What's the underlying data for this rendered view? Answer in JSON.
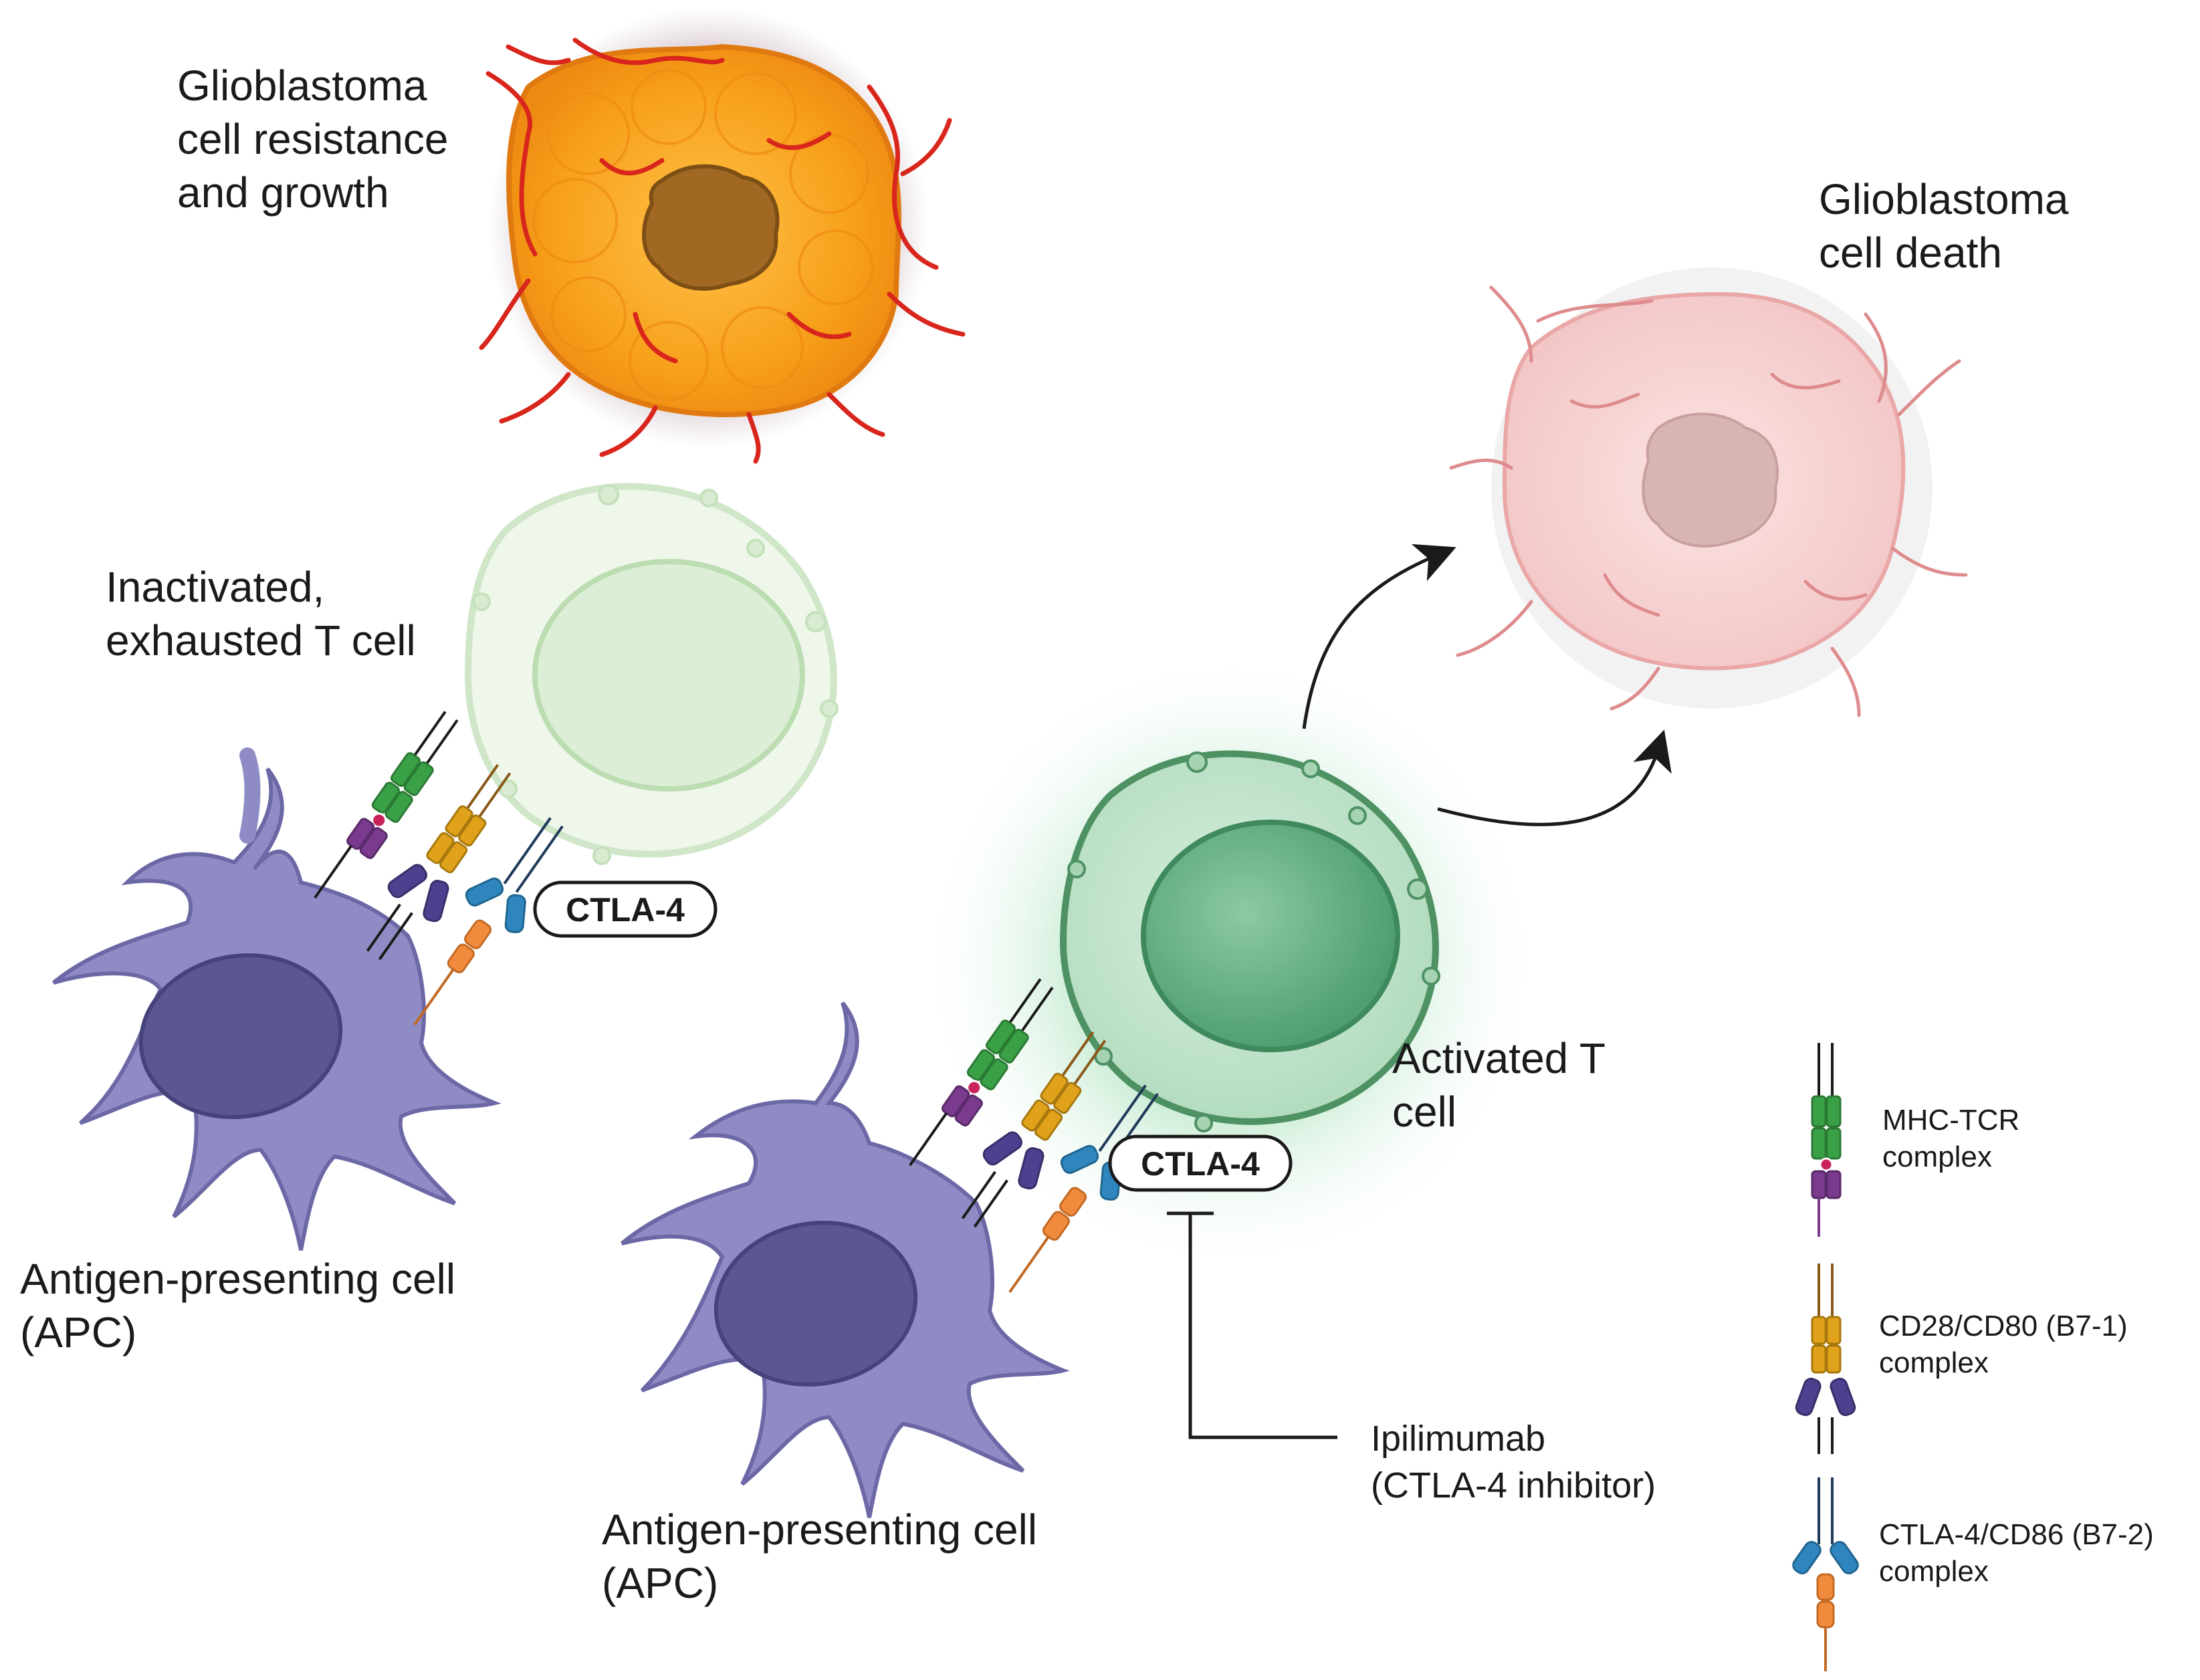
{
  "labels": {
    "gbm_growth": [
      "Glioblastoma",
      "cell resistance",
      "and growth"
    ],
    "gbm_death": [
      "Glioblastoma",
      "cell death"
    ],
    "inactivated_tcell": [
      "Inactivated,",
      "exhausted T cell"
    ],
    "activated_tcell": [
      "Activated T",
      "cell"
    ],
    "apc_left": [
      "Antigen-presenting cell",
      "(APC)"
    ],
    "apc_right": [
      "Antigen-presenting cell",
      "(APC)"
    ],
    "ipilimumab": [
      "Ipilimumab",
      "(CTLA-4 inhibitor)"
    ],
    "ctla4_left": "CTLA-4",
    "ctla4_right": "CTLA-4"
  },
  "legend": [
    {
      "key": "mhc-tcr",
      "lines": [
        "MHC-TCR",
        "complex"
      ]
    },
    {
      "key": "cd28-cd80",
      "lines": [
        "CD28/CD80 (B7-1)",
        "complex"
      ]
    },
    {
      "key": "ctla4-cd86",
      "lines": [
        "CTLA-4/CD86 (B7-2)",
        "complex"
      ]
    }
  ],
  "colors": {
    "apc": "#8e8bc4",
    "apc_nucleus": "#5b5892",
    "tumor": "#f7a01a",
    "tumor_vessel": "#d9261c",
    "tumor_nucleus": "#a86a1e",
    "dying_tumor": "#f6cfcf",
    "tcell_inactive": "#dcefd6",
    "tcell_active": "#6fbe8f",
    "mhc_green": "#3aa046",
    "mhc_purple": "#7a3a8e",
    "cd28_gold": "#e0a21a",
    "cd80_indigo": "#4f3f8f",
    "ctla4_blue": "#2f86bf",
    "cd86_orange": "#f08a3c"
  }
}
